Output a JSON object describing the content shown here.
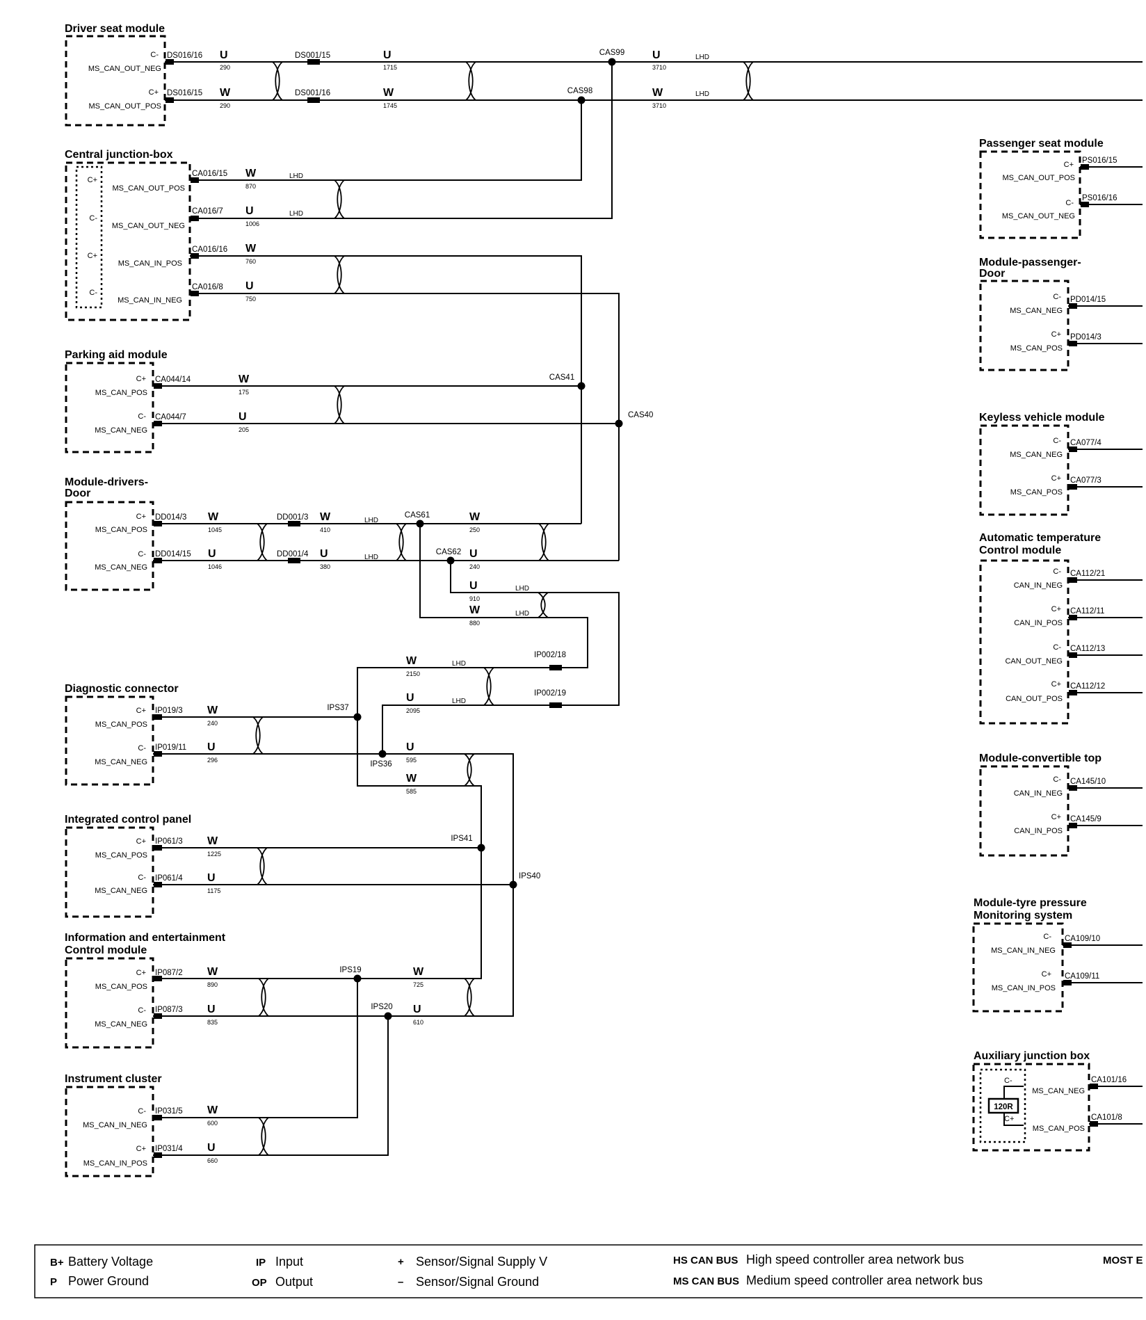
{
  "modules": {
    "driver_seat": {
      "title": "Driver seat module",
      "pins": [
        {
          "pol": "C-",
          "name": "MS_CAN_OUT_NEG"
        },
        {
          "pol": "C+",
          "name": "MS_CAN_OUT_POS"
        }
      ]
    },
    "central_junction": {
      "title": "Central junction-box",
      "pins": [
        {
          "pol": "C+",
          "name": "MS_CAN_OUT_POS"
        },
        {
          "pol": "C-",
          "name": "MS_CAN_OUT_NEG"
        },
        {
          "pol": "C+",
          "name": "MS_CAN_IN_POS"
        },
        {
          "pol": "C-",
          "name": "MS_CAN_IN_NEG"
        }
      ]
    },
    "parking_aid": {
      "title": "Parking aid module",
      "pins": [
        {
          "pol": "C+",
          "name": "MS_CAN_POS"
        },
        {
          "pol": "C-",
          "name": "MS_CAN_NEG"
        }
      ]
    },
    "drivers_door": {
      "title_line1": "Module-drivers-",
      "title_line2": "Door",
      "pins": [
        {
          "pol": "C+",
          "name": "MS_CAN_POS"
        },
        {
          "pol": "C-",
          "name": "MS_CAN_NEG"
        }
      ]
    },
    "diagnostic": {
      "title": "Diagnostic connector",
      "pins": [
        {
          "pol": "C+",
          "name": "MS_CAN_POS"
        },
        {
          "pol": "C-",
          "name": "MS_CAN_NEG"
        }
      ]
    },
    "icp": {
      "title": "Integrated control panel",
      "pins": [
        {
          "pol": "C+",
          "name": "MS_CAN_POS"
        },
        {
          "pol": "C-",
          "name": "MS_CAN_NEG"
        }
      ]
    },
    "infotainment": {
      "title_line1": "Information and entertainment",
      "title_line2": "Control module",
      "pins": [
        {
          "pol": "C+",
          "name": "MS_CAN_POS"
        },
        {
          "pol": "C-",
          "name": "MS_CAN_NEG"
        }
      ]
    },
    "cluster": {
      "title": "Instrument cluster",
      "pins": [
        {
          "pol": "C-",
          "name": "MS_CAN_IN_NEG"
        },
        {
          "pol": "C+",
          "name": "MS_CAN_IN_POS"
        }
      ]
    },
    "passenger_seat": {
      "title": "Passenger seat module",
      "pins": [
        {
          "pol": "C+",
          "name": "MS_CAN_OUT_POS"
        },
        {
          "pol": "C-",
          "name": "MS_CAN_OUT_NEG"
        }
      ]
    },
    "passenger_door": {
      "title_line1": "Module-passenger-",
      "title_line2": "Door",
      "pins": [
        {
          "pol": "C-",
          "name": "MS_CAN_NEG"
        },
        {
          "pol": "C+",
          "name": "MS_CAN_POS"
        }
      ]
    },
    "keyless": {
      "title": "Keyless vehicle module",
      "pins": [
        {
          "pol": "C-",
          "name": "MS_CAN_NEG"
        },
        {
          "pol": "C+",
          "name": "MS_CAN_POS"
        }
      ]
    },
    "atc": {
      "title_line1": "Automatic temperature",
      "title_line2": "Control module",
      "pins": [
        {
          "pol": "C-",
          "name": "CAN_IN_NEG"
        },
        {
          "pol": "C+",
          "name": "CAN_IN_POS"
        },
        {
          "pol": "C-",
          "name": "CAN_OUT_NEG"
        },
        {
          "pol": "C+",
          "name": "CAN_OUT_POS"
        }
      ]
    },
    "convertible": {
      "title": "Module-convertible top",
      "pins": [
        {
          "pol": "C-",
          "name": "CAN_IN_NEG"
        },
        {
          "pol": "C+",
          "name": "CAN_IN_POS"
        }
      ]
    },
    "tpms": {
      "title_line1": "Module-tyre pressure",
      "title_line2": "Monitoring system",
      "pins": [
        {
          "pol": "C-",
          "name": "MS_CAN_IN_NEG"
        },
        {
          "pol": "C+",
          "name": "MS_CAN_IN_POS"
        }
      ]
    },
    "aux_junction": {
      "title": "Auxiliary junction box",
      "resistor": "120R",
      "pins": [
        {
          "pol": "C-",
          "name": "MS_CAN_NEG"
        },
        {
          "pol": "C+",
          "name": "MS_CAN_POS"
        }
      ]
    }
  },
  "connectors": {
    "ds016_16": "DS016/16",
    "ds016_15": "DS016/15",
    "ds001_15": "DS001/15",
    "ds001_16": "DS001/16",
    "ca016_15": "CA016/15",
    "ca016_7": "CA016/7",
    "ca016_16": "CA016/16",
    "ca016_8": "CA016/8",
    "ca044_14": "CA044/14",
    "ca044_7": "CA044/7",
    "dd014_3": "DD014/3",
    "dd014_15": "DD014/15",
    "dd001_3": "DD001/3",
    "dd001_4": "DD001/4",
    "ip002_18": "IP002/18",
    "ip002_19": "IP002/19",
    "ip019_3": "IP019/3",
    "ip019_11": "IP019/11",
    "ip061_3": "IP061/3",
    "ip061_4": "IP061/4",
    "ip087_2": "IP087/2",
    "ip087_3": "IP087/3",
    "ip031_5": "IP031/5",
    "ip031_4": "IP031/4",
    "ps016_15": "PS016/15",
    "ps016_16": "PS016/16",
    "pd014_15": "PD014/15",
    "pd014_3": "PD014/3",
    "ca077_4": "CA077/4",
    "ca077_3": "CA077/3",
    "ca112_21": "CA112/21",
    "ca112_11": "CA112/11",
    "ca112_13": "CA112/13",
    "ca112_12": "CA112/12",
    "ca145_10": "CA145/10",
    "ca145_9": "CA145/9",
    "ca109_10": "CA109/10",
    "ca109_11": "CA109/11",
    "ca101_16": "CA101/16",
    "ca101_8": "CA101/8"
  },
  "splices": {
    "cas99": "CAS99",
    "cas98": "CAS98",
    "cas41": "CAS41",
    "cas40": "CAS40",
    "cas61": "CAS61",
    "cas62": "CAS62",
    "ips37": "IPS37",
    "ips36": "IPS36",
    "ips41": "IPS41",
    "ips40": "IPS40",
    "ips19": "IPS19",
    "ips20": "IPS20"
  },
  "wire_colors": {
    "u": "U",
    "w": "W"
  },
  "lhd": "LHD",
  "circuit_numbers": {
    "n290": "290",
    "n1715": "1715",
    "n1745": "1745",
    "n3710": "3710",
    "n870": "870",
    "n1006": "1006",
    "n760": "760",
    "n750": "750",
    "n175": "175",
    "n205": "205",
    "n1045": "1045",
    "n1046": "1046",
    "n410": "410",
    "n380": "380",
    "n250": "250",
    "n240": "240",
    "n910": "910",
    "n880": "880",
    "n2150": "2150",
    "n2095": "2095",
    "n595": "595",
    "n585": "585",
    "n296": "296",
    "n1225": "1225",
    "n1175": "1175",
    "n890": "890",
    "n835": "835",
    "n725": "725",
    "n610": "610",
    "n600": "600",
    "n660": "660"
  },
  "legend": {
    "b_key": "B+",
    "b_val": "Battery Voltage",
    "p_key": "P",
    "p_val": "Power Ground",
    "ip_key": "IP",
    "ip_val": "Input",
    "op_key": "OP",
    "op_val": "Output",
    "plus_key": "+",
    "plus_val": "Sensor/Signal Supply V",
    "minus_key": "–",
    "minus_val": "Sensor/Signal Ground",
    "hs_key": "HS CAN BUS",
    "hs_val": "High speed controller area network bus",
    "ms_key": "MS CAN BUS",
    "ms_val": "Medium speed controller area network bus",
    "most_key": "MOST E"
  }
}
